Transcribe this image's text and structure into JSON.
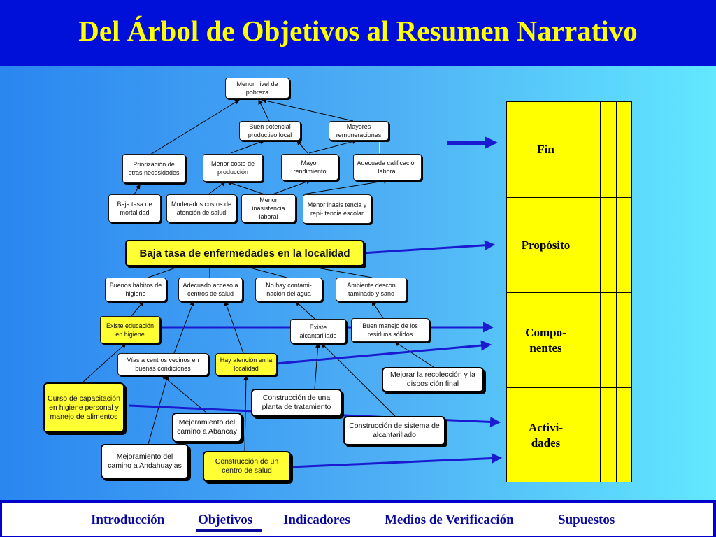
{
  "title": "Del Árbol de Objetivos al Resumen Narrativo",
  "tree": {
    "top": "Menor nivel de pobreza",
    "level2": [
      "Buen potencial productivo local",
      "Mayores remuneraciones"
    ],
    "level3": [
      "Priorización de otras necesidades",
      "Menor costo de producción",
      "Mayor rendimiento",
      "Adecuada calificación laboral"
    ],
    "level4": [
      "Baja tasa de mortalidad",
      "Moderados costos de atención de salud",
      "Menor inasistencia laboral",
      "Menor inasis tencia y repi- tencia escolar"
    ],
    "focal": "Baja tasa de enfermedades en la localidad",
    "means1": [
      "Buenos hábitos de higiene",
      "Adecuado acceso a centros de salud",
      "No hay contami- nación del agua",
      "Ambiente descon taminado y sano"
    ],
    "means2": [
      "Existe educación en higiene",
      "Existe alcantarillado",
      "Buen manejo de los residuos sólidos"
    ],
    "means3": [
      "Vías a centros vecinos en buenas condiciones",
      "Hay atención en la localidad"
    ],
    "actions": [
      "Curso de capacitación en higiene personal y manejo de alimentos",
      "Mejoramiento del camino a Abancay",
      "Mejoramiento del camino a Andahuaylas",
      "Construcción de un centro de salud",
      "Construcción de una planta de tratamiento",
      "Construcción de sistema de alcantarillado",
      "Mejorar la recolección y la disposición final"
    ]
  },
  "matrix": {
    "rows": [
      "Fin",
      "Propósito",
      "Compo- nentes",
      "Activi- dades"
    ]
  },
  "nav": {
    "items": [
      "Introducción",
      "Objetivos",
      "Indicadores",
      "Medios de Verificación",
      "Supuestos"
    ],
    "active": "Objetivos"
  },
  "colors": {
    "header_bg": "#0010d8",
    "title_text": "#ffff00",
    "highlight_box": "#ffff33",
    "arrow": "#1a1ad0",
    "nav_text": "#0a0a9a"
  }
}
